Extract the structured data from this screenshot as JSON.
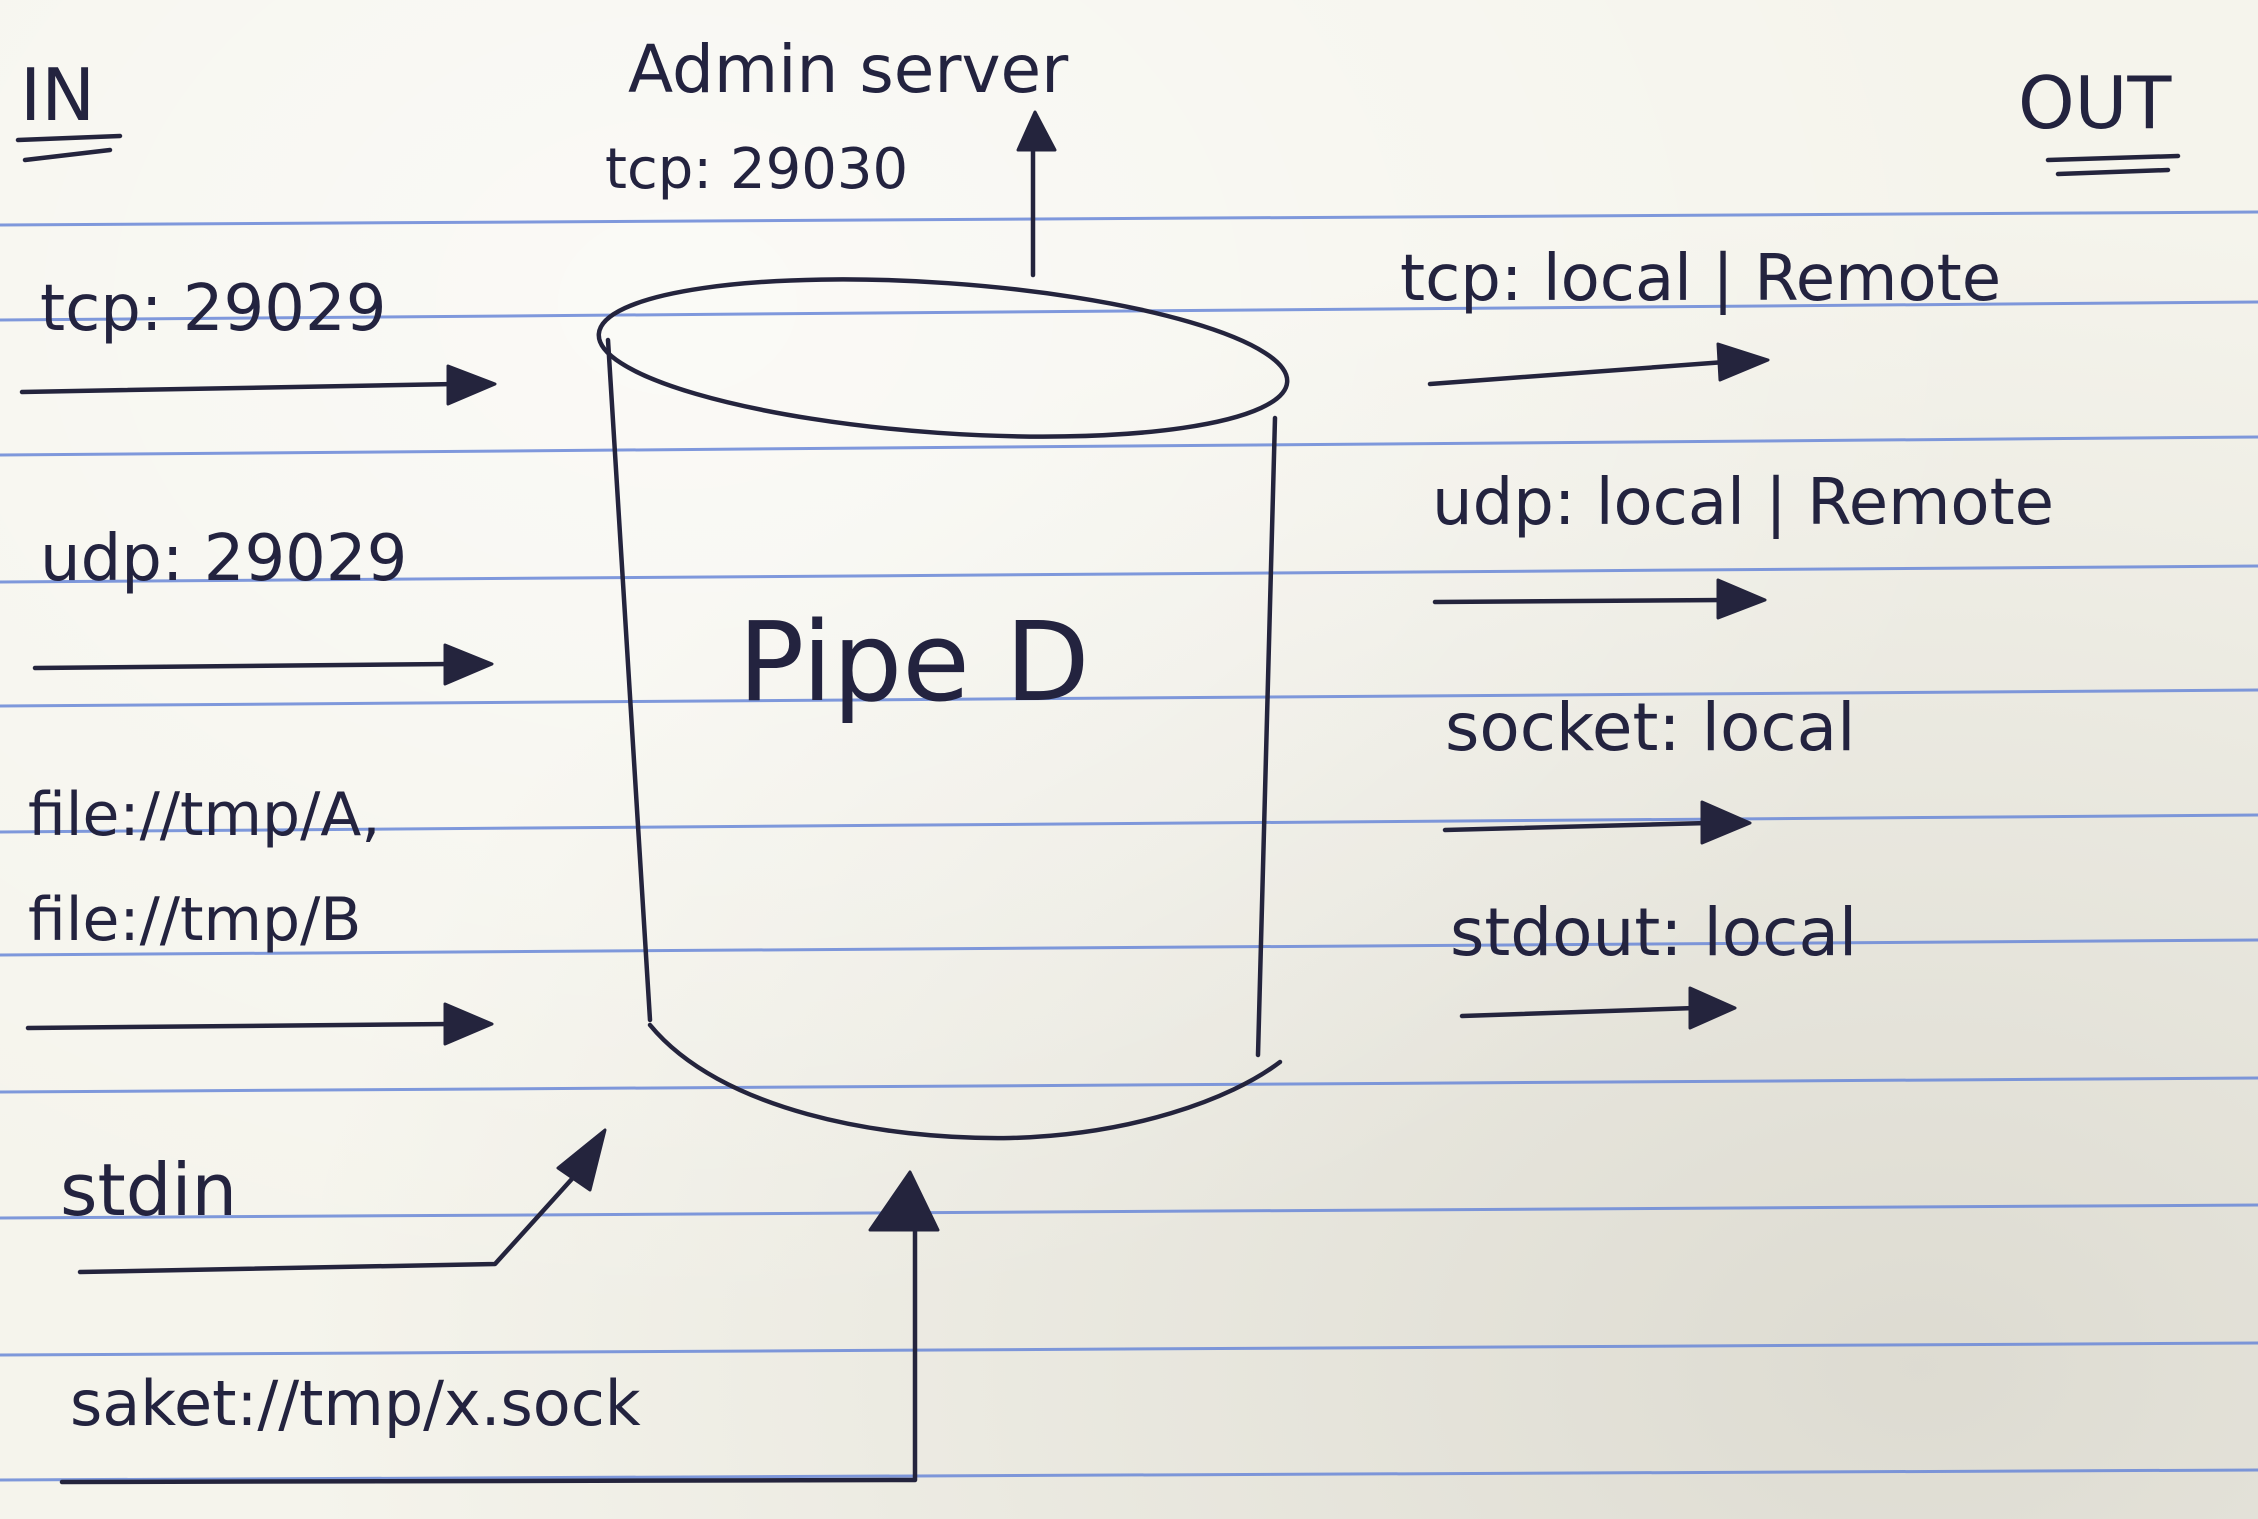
{
  "headings": {
    "in": "IN",
    "out": "OUT"
  },
  "admin": {
    "title": "Admin server",
    "port": "tcp: 29030"
  },
  "center_label": "Pipe D",
  "inputs": [
    {
      "id": "tcp",
      "lines": [
        "tcp: 29029"
      ]
    },
    {
      "id": "udp",
      "lines": [
        "udp: 29029"
      ]
    },
    {
      "id": "file",
      "lines": [
        "file://tmp/A,",
        "file://tmp/B"
      ]
    },
    {
      "id": "stdin",
      "lines": [
        "stdin"
      ]
    },
    {
      "id": "socket",
      "lines": [
        "saket://tmp/x.sock"
      ]
    }
  ],
  "outputs": [
    {
      "id": "tcp",
      "label": "tcp: local | Remote"
    },
    {
      "id": "udp",
      "label": "udp: local | Remote"
    },
    {
      "id": "socket",
      "label": "socket: local"
    },
    {
      "id": "stdout",
      "label": "stdout: local"
    }
  ],
  "colors": {
    "paper": "#f5f4ec",
    "ink": "#24243d",
    "ruled_line": "#6a88d8"
  }
}
